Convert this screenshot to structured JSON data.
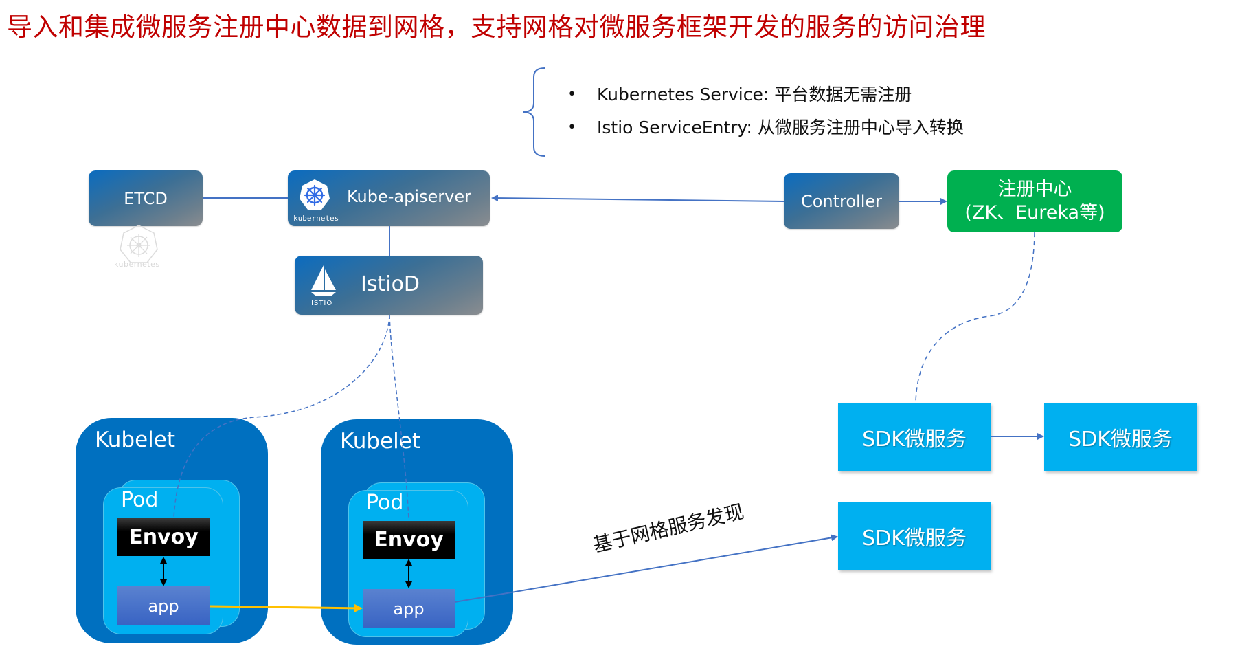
{
  "title": "导入和集成微服务注册中心数据到网格，支持网格对微服务框架开发的服务的访问治理",
  "notes": {
    "bullets": [
      "Kubernetes Service: 平台数据无需注册",
      "Istio ServiceEntry:  从微服务注册中心导入转换"
    ],
    "bullet_glyph": "•"
  },
  "nodes": {
    "etcd": {
      "label": "ETCD"
    },
    "kube_apiserver": {
      "label": "Kube-apiserver",
      "logo_caption": "kubernetes"
    },
    "istiod": {
      "label": "IstioD",
      "logo_caption": "ISTIO"
    },
    "controller": {
      "label": "Controller"
    },
    "registry": {
      "line1": "注册中心",
      "line2": "(ZK、Eureka等)"
    },
    "watermark_caption": "kubernetes"
  },
  "kubelets": [
    {
      "label": "Kubelet",
      "pod_label": "Pod",
      "envoy_label": "Envoy",
      "app_label": "app"
    },
    {
      "label": "Kubelet",
      "pod_label": "Pod",
      "envoy_label": "Envoy",
      "app_label": "app"
    }
  ],
  "sdk_services": [
    {
      "label": "SDK微服务"
    },
    {
      "label": "SDK微服务"
    },
    {
      "label": "SDK微服务"
    }
  ],
  "edge_labels": {
    "mesh_discovery": "基于网格服务发现"
  },
  "colors": {
    "title": "#c00000",
    "kubelet": "#0070c0",
    "pod": "#00b0f0",
    "registry": "#00b050",
    "sdk": "#00b0f0",
    "connector": "#4472c4",
    "app_to_app": "#ffc000"
  }
}
